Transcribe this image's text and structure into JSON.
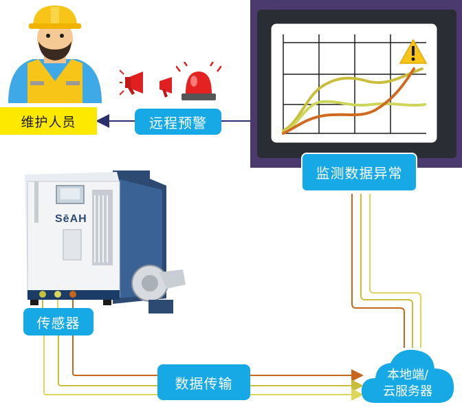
{
  "labels": {
    "maintenance": "维护人员",
    "remote_alert": "远程预警",
    "monitor_abnormal": "监测数据异常",
    "sensor": "传感器",
    "data_transmission": "数据传输",
    "server_line1": "本地端/",
    "server_line2": "云服务器"
  },
  "machine": {
    "brand": "SēAH"
  },
  "colors": {
    "label_blue": "#16a9e6",
    "maintenance_yellow": "#fde800",
    "line_orange": "#c8651c",
    "line_yellow": "#c8be3c",
    "line_lightyellow": "#dcd65a",
    "monitor_frame": "#4a3a6e",
    "arrow_navy": "#2a2f6e"
  },
  "icons": {
    "worker": "worker-icon",
    "megaphone": "megaphone-icon",
    "alarm_light": "alarm-light-icon",
    "warning": "warning-icon",
    "cloud": "cloud-icon"
  }
}
